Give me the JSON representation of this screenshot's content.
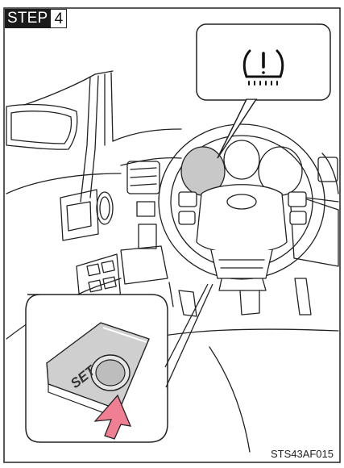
{
  "step": {
    "label": "STEP",
    "number": "4"
  },
  "figure_code": "STS43AF015",
  "button_label": "SET",
  "colors": {
    "arrow": "#f07f93",
    "line": "#222222",
    "gauge_shade": "#c8c8c8",
    "button_shade": "#cfcfcf"
  },
  "icons": [
    "tire-pressure-warning-icon",
    "press-arrow-icon"
  ]
}
